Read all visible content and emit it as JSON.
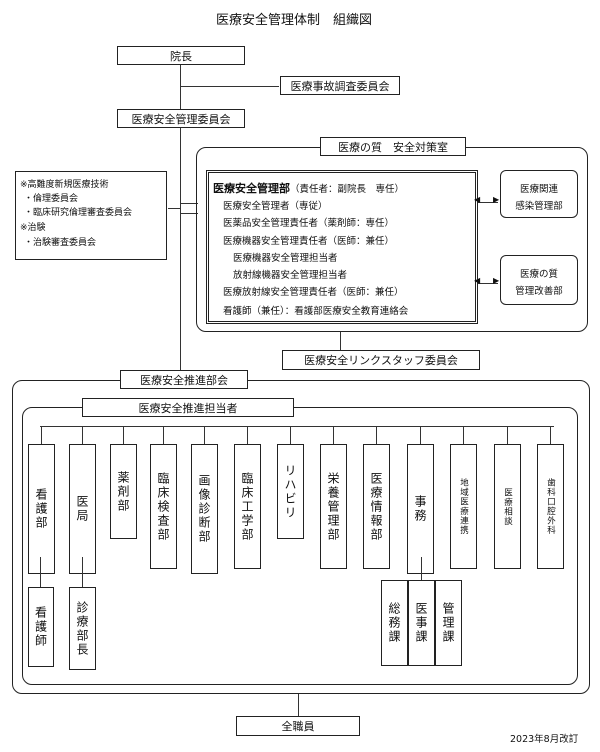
{
  "title": "医療安全管理体制　組織図",
  "nodes": {
    "director": "院長",
    "accident_committee": "医療事故調査委員会",
    "safety_committee": "医療安全管理委員会",
    "quality_office": "医療の質　安全対策室",
    "infection_dept": [
      "医療関連",
      "感染管理部"
    ],
    "quality_improve_dept": [
      "医療の質",
      "管理改善部"
    ],
    "link_staff_committee": "医療安全リンクスタッフ委員会",
    "promotion_committee": "医療安全推進部会",
    "promoters": "医療安全推進担当者",
    "all_staff": "全職員"
  },
  "safety_dept": {
    "head_label": "医療安全管理部",
    "head_note": "（責任者：副院長　専任）",
    "lines": [
      "医療安全管理者（専従）",
      "医薬品安全管理責任者（薬剤師：専任）",
      "医療機器安全管理責任者（医師：兼任）",
      "医療機器安全管理担当者",
      "放射線機器安全管理担当者",
      "医療放射線安全管理責任者（医師：兼任）",
      "看護師（兼任）：看護部医療安全教育連絡会"
    ]
  },
  "side_note": [
    "※高難度新規医療技術",
    "・倫理委員会",
    "・臨床研究倫理審査委員会",
    "※治験",
    "・治験審査委員会"
  ],
  "departments": [
    "看護部",
    "医局",
    "薬剤部",
    "臨床検査部",
    "画像診断部",
    "臨床工学部",
    "リハビリ",
    "栄養管理部",
    "医療情報部",
    "事務",
    "地域医療連携",
    "医療相談",
    "歯科口腔外科"
  ],
  "sub_departments": {
    "nursing": "看護師",
    "medical": "診療部長",
    "office": [
      "総務課",
      "医事課",
      "管理課"
    ]
  },
  "revised": "2023年8月改訂"
}
